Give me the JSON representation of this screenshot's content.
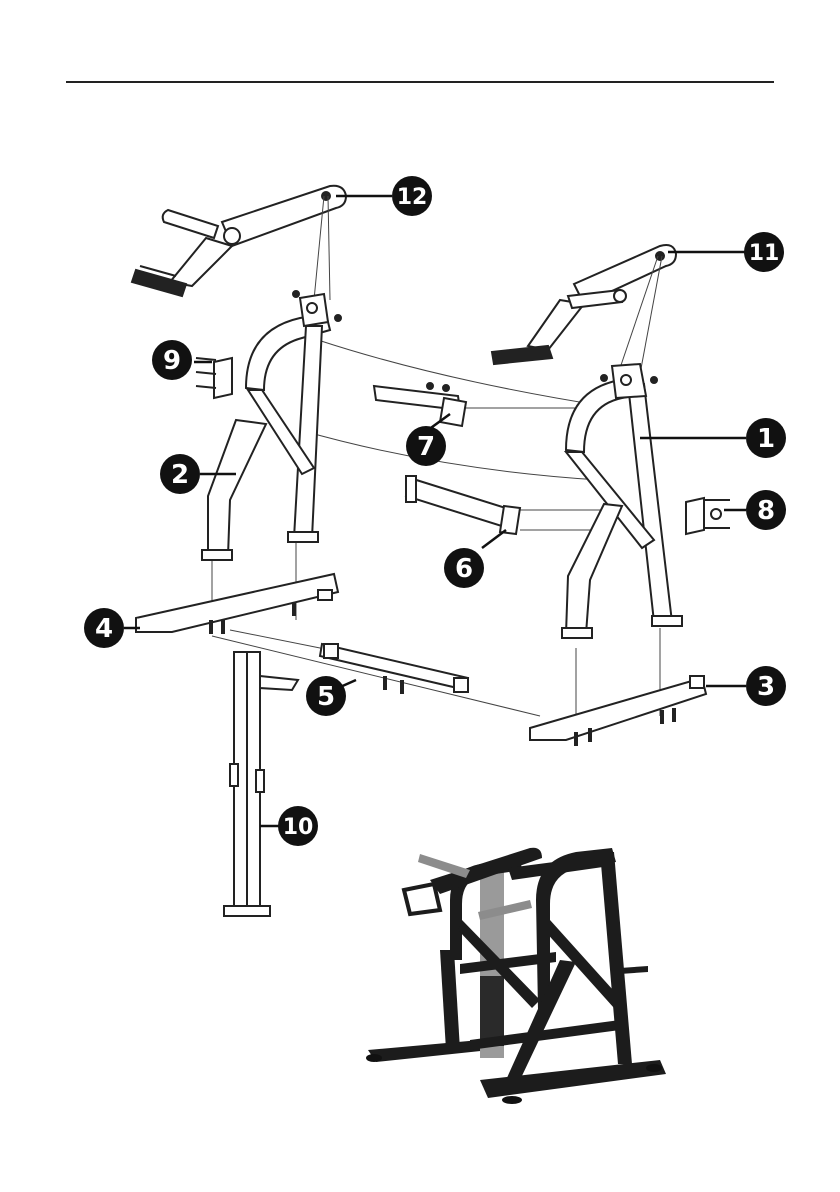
{
  "callouts": [
    {
      "id": "1",
      "label": "1"
    },
    {
      "id": "2",
      "label": "2"
    },
    {
      "id": "3",
      "label": "3"
    },
    {
      "id": "4",
      "label": "4"
    },
    {
      "id": "5",
      "label": "5"
    },
    {
      "id": "6",
      "label": "6"
    },
    {
      "id": "7",
      "label": "7"
    },
    {
      "id": "8",
      "label": "8"
    },
    {
      "id": "9",
      "label": "9"
    },
    {
      "id": "10",
      "label": "10"
    },
    {
      "id": "11",
      "label": "11"
    },
    {
      "id": "12",
      "label": "12"
    }
  ],
  "colors": {
    "line": "#222222",
    "product_frame": "#1c1c1c",
    "product_post": "#9a9a9a",
    "callout_bg": "#111111"
  }
}
